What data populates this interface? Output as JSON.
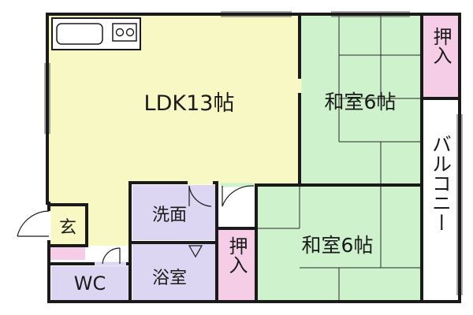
{
  "rooms": {
    "ldk": "LDK13帖",
    "washitsu_upper": "和室6帖",
    "washitsu_lower": "和室6帖",
    "oshiire_upper": "押入",
    "oshiire_lower": "押入",
    "balcony": "バルコニー",
    "senmen": "洗面",
    "yokushitsu": "浴室",
    "genkan": "玄",
    "wc": "WC"
  },
  "colors": {
    "ldk": "#f8f8c4",
    "washitsu": "#cdf2cc",
    "oshiire": "#f6cde6",
    "wet_area": "#dcd6f2",
    "balcony": "#ffffff",
    "wall": "#1a1a1a",
    "tatami_line": "#2a2a2a"
  },
  "icons": [
    "sink-counter-icon",
    "gas-stove-icon",
    "door-swing-icon"
  ]
}
